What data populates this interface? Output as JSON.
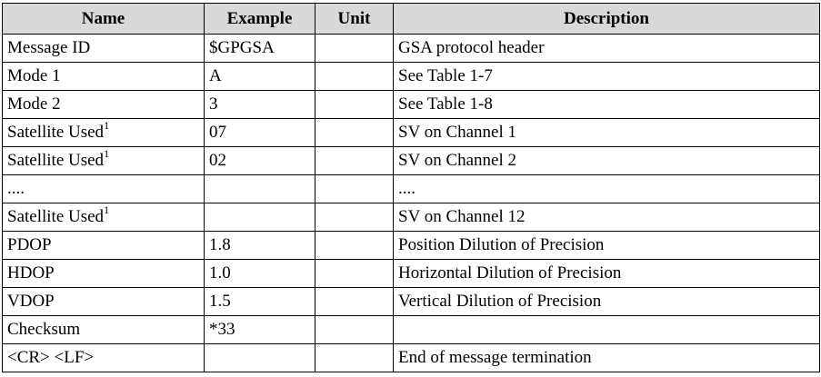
{
  "table": {
    "headers": {
      "name": "Name",
      "example": "Example",
      "unit": "Unit",
      "description": "Description"
    },
    "rows": [
      {
        "name": "Message ID",
        "sup": "",
        "example": "$GPGSA",
        "unit": "",
        "description": "GSA protocol header"
      },
      {
        "name": "Mode 1",
        "sup": "",
        "example": "A",
        "unit": "",
        "description": "See Table 1-7"
      },
      {
        "name": "Mode 2",
        "sup": "",
        "example": "3",
        "unit": "",
        "description": "See Table 1-8"
      },
      {
        "name": "Satellite Used",
        "sup": "1",
        "example": "07",
        "unit": "",
        "description": "SV on Channel 1"
      },
      {
        "name": "Satellite Used",
        "sup": "1",
        "example": "02",
        "unit": "",
        "description": "SV on Channel 2"
      },
      {
        "name": "....",
        "sup": "",
        "example": "",
        "unit": "",
        "description": "...."
      },
      {
        "name": "Satellite Used",
        "sup": "1",
        "example": "",
        "unit": "",
        "description": "SV on Channel 12"
      },
      {
        "name": "PDOP",
        "sup": "",
        "example": "1.8",
        "unit": "",
        "description": "Position Dilution of Precision"
      },
      {
        "name": "HDOP",
        "sup": "",
        "example": "1.0",
        "unit": "",
        "description": "Horizontal Dilution of Precision"
      },
      {
        "name": "VDOP",
        "sup": "",
        "example": "1.5",
        "unit": "",
        "description": "Vertical Dilution of Precision"
      },
      {
        "name": "Checksum",
        "sup": "",
        "example": "*33",
        "unit": "",
        "description": ""
      },
      {
        "name": "<CR> <LF>",
        "sup": "",
        "example": "",
        "unit": "",
        "description": "End of message termination"
      }
    ]
  }
}
